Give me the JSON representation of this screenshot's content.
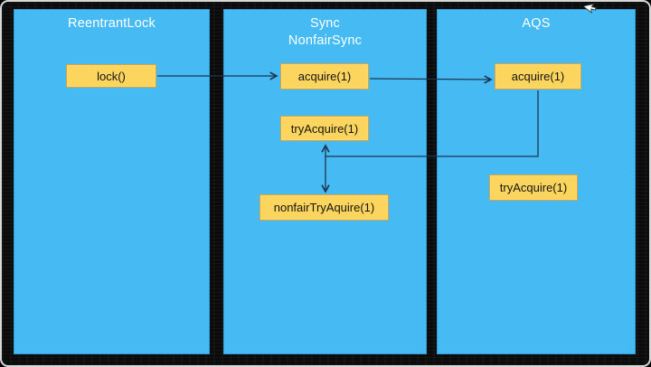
{
  "diagram": {
    "columns": [
      {
        "title_lines": [
          "ReentrantLock"
        ]
      },
      {
        "title_lines": [
          "Sync",
          "NonfairSync"
        ]
      },
      {
        "title_lines": [
          "AQS"
        ]
      }
    ],
    "nodes": {
      "lock": "lock()",
      "sync_acquire": "acquire(1)",
      "sync_try_acquire": "tryAcquire(1)",
      "sync_nonfair_try_aquire": "nonfairTryAquire(1)",
      "aqs_acquire": "acquire(1)",
      "aqs_try_acquire": "tryAcquire(1)"
    },
    "connections": [
      {
        "from": "lock",
        "to": "sync_acquire",
        "style": "arrow"
      },
      {
        "from": "sync_acquire",
        "to": "aqs_acquire",
        "style": "arrow"
      },
      {
        "from": "aqs_acquire",
        "to": "sync_try_acquire / sync_nonfair_try_aquire junction",
        "style": "elbow-line"
      },
      {
        "from": "sync_try_acquire",
        "to": "sync_nonfair_try_aquire",
        "style": "double-headed-arrow"
      }
    ],
    "colors": {
      "panel_blue": "#46BAF3",
      "panel_border": "#2E9FD9",
      "box_yellow": "#FCD55F",
      "box_border": "#D9A43F",
      "arrow": "#1E3550",
      "frame_black": "#0B0B0B",
      "frame_border": "#D8D8D8",
      "title_text": "#FFFFFF",
      "box_text": "#141414"
    }
  }
}
